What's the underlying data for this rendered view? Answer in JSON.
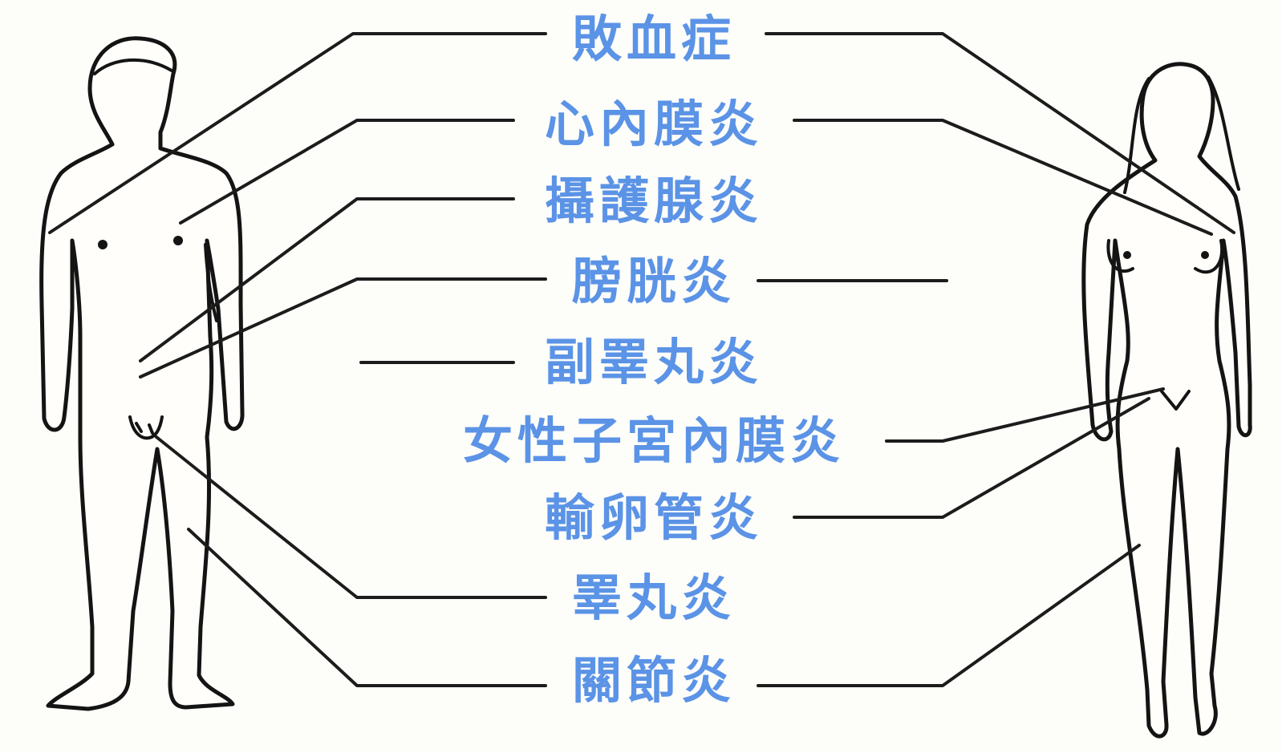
{
  "labels": [
    "敗血症",
    "心內膜炎",
    "攝護腺炎",
    "膀胱炎",
    "副睪丸炎",
    "女性子宮內膜炎",
    "輸卵管炎",
    "睪丸炎",
    "關節炎"
  ],
  "colors": {
    "label": "#5b93e6",
    "line": "#1c1c1c",
    "figure_outline": "#141414",
    "background": "#fdfdfa"
  }
}
